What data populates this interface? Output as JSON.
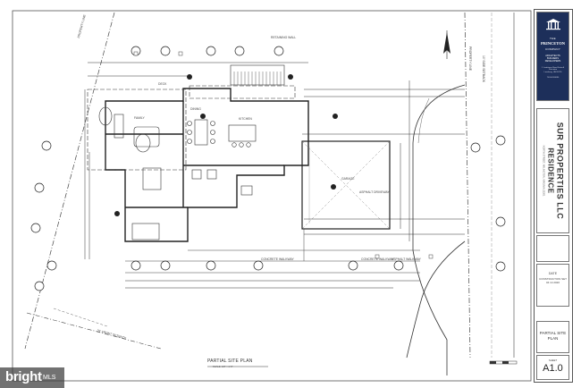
{
  "firm": {
    "name_small": "THE",
    "name_main": "PRINCETON",
    "name_sub": "COMPANY",
    "services": [
      "ARCHITECTS",
      "BUILDERS",
      "DEVELOPERS"
    ],
    "address": [
      "1 Lordstone Road Suite A",
      "Princeton",
      "Leesburg, VA 20176"
    ],
    "contact": "703.443.8080"
  },
  "project": {
    "owner": "SUR PROPERTIES LLC",
    "type": "RESIDENCE",
    "address_line": "NORTH STREET, ARLINGTON, VIRGINIA 22201"
  },
  "date_block": {
    "label": "DATE",
    "line1": "CONSTRUCTION SET",
    "line2": "04 14 2020"
  },
  "sheet_title": [
    "PARTIAL SITE",
    "PLAN"
  ],
  "sheet": {
    "label": "SHEET",
    "number": "A1.0"
  },
  "drawing": {
    "title": "PARTIAL SITE PLAN",
    "scale": "SCALE: 1/8\" = 1'-0\""
  },
  "labels": {
    "asphalt_driveway": "ASPHALT DRIVEWAY",
    "concrete_walkway": "CONCRETE WALKWAY",
    "concrete_walkway_2": "CONCRETE WALKWAY",
    "asphalt_walkway": "ASPHALT WALKWAY",
    "retaining_wall": "RETAINING WALL",
    "property_line_1": "PROPERTY LINE",
    "property_line_2": "PROPERTY LINE",
    "front_setback": "25' FRONT SETBACK",
    "side_setback": "10' SIDE SETBACK",
    "garage": "GARAGE",
    "kitchen": "KITCHEN",
    "deck": "DECK",
    "dining": "DINING",
    "family": "FAMILY"
  },
  "watermark": {
    "brand": "bright",
    "suffix": "MLS"
  }
}
